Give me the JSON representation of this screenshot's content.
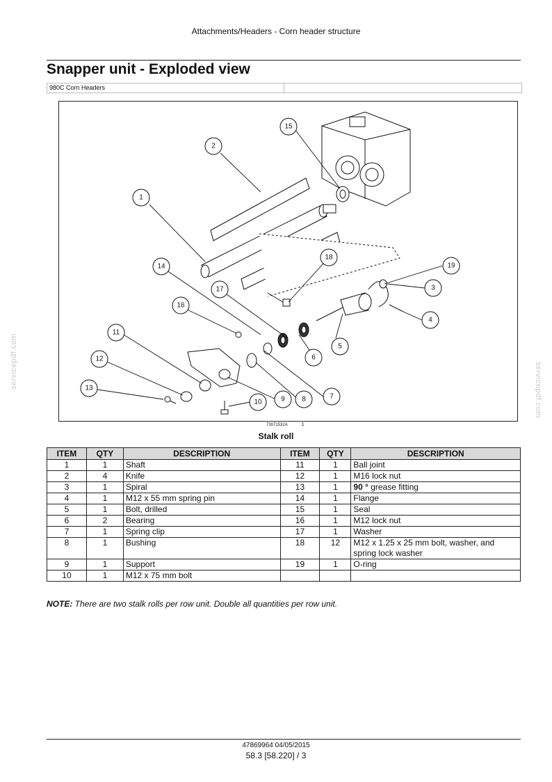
{
  "header": {
    "section": "Attachments/Headers - Corn header structure"
  },
  "title": "Snapper unit - Exploded view",
  "subtitle": {
    "model": "980C Corn Headers",
    "extra": ""
  },
  "figure": {
    "callouts": [
      "1",
      "2",
      "3",
      "4",
      "5",
      "6",
      "7",
      "8",
      "9",
      "10",
      "11",
      "12",
      "13",
      "14",
      "15",
      "16",
      "17",
      "18",
      "19"
    ],
    "figure_id": "73071532A",
    "figure_num": "1",
    "caption": "Stalk roll"
  },
  "table": {
    "headers": [
      "ITEM",
      "QTY",
      "DESCRIPTION",
      "ITEM",
      "QTY",
      "DESCRIPTION"
    ],
    "rows": [
      {
        "item1": "1",
        "qty1": "1",
        "desc1": "Shaft",
        "item2": "11",
        "qty2": "1",
        "desc2": "Ball joint"
      },
      {
        "item1": "2",
        "qty1": "4",
        "desc1": "Knife",
        "item2": "12",
        "qty2": "1",
        "desc2": "M16 lock nut"
      },
      {
        "item1": "3",
        "qty1": "1",
        "desc1": "Spiral",
        "item2": "13",
        "qty2": "1",
        "desc2_bold": "90 °",
        "desc2": " grease fitting"
      },
      {
        "item1": "4",
        "qty1": "1",
        "desc1": "M12 x 55 mm spring pin",
        "item2": "14",
        "qty2": "1",
        "desc2": "Flange"
      },
      {
        "item1": "5",
        "qty1": "1",
        "desc1": "Bolt, drilled",
        "item2": "15",
        "qty2": "1",
        "desc2": "Seal"
      },
      {
        "item1": "6",
        "qty1": "2",
        "desc1": "Bearing",
        "item2": "16",
        "qty2": "1",
        "desc2": "M12 lock nut"
      },
      {
        "item1": "7",
        "qty1": "1",
        "desc1": "Spring clip",
        "item2": "17",
        "qty2": "1",
        "desc2": "Washer"
      },
      {
        "item1": "8",
        "qty1": "1",
        "desc1": "Bushing",
        "item2": "18",
        "qty2": "12",
        "desc2": "M12 x 1.25 x 25 mm bolt, washer, and spring lock washer"
      },
      {
        "item1": "9",
        "qty1": "1",
        "desc1": "Support",
        "item2": "19",
        "qty2": "1",
        "desc2": "O-ring"
      },
      {
        "item1": "10",
        "qty1": "1",
        "desc1": "M12 x 75 mm bolt",
        "item2": "",
        "qty2": "",
        "desc2": ""
      }
    ]
  },
  "note": {
    "label": "NOTE:",
    "text": " There are two stalk rolls per row unit.  Double all quantities per row unit."
  },
  "footer": {
    "doc": "47869964 04/05/2015",
    "page": "58.3 [58.220] / 3"
  },
  "watermark": "servicepdf.com"
}
